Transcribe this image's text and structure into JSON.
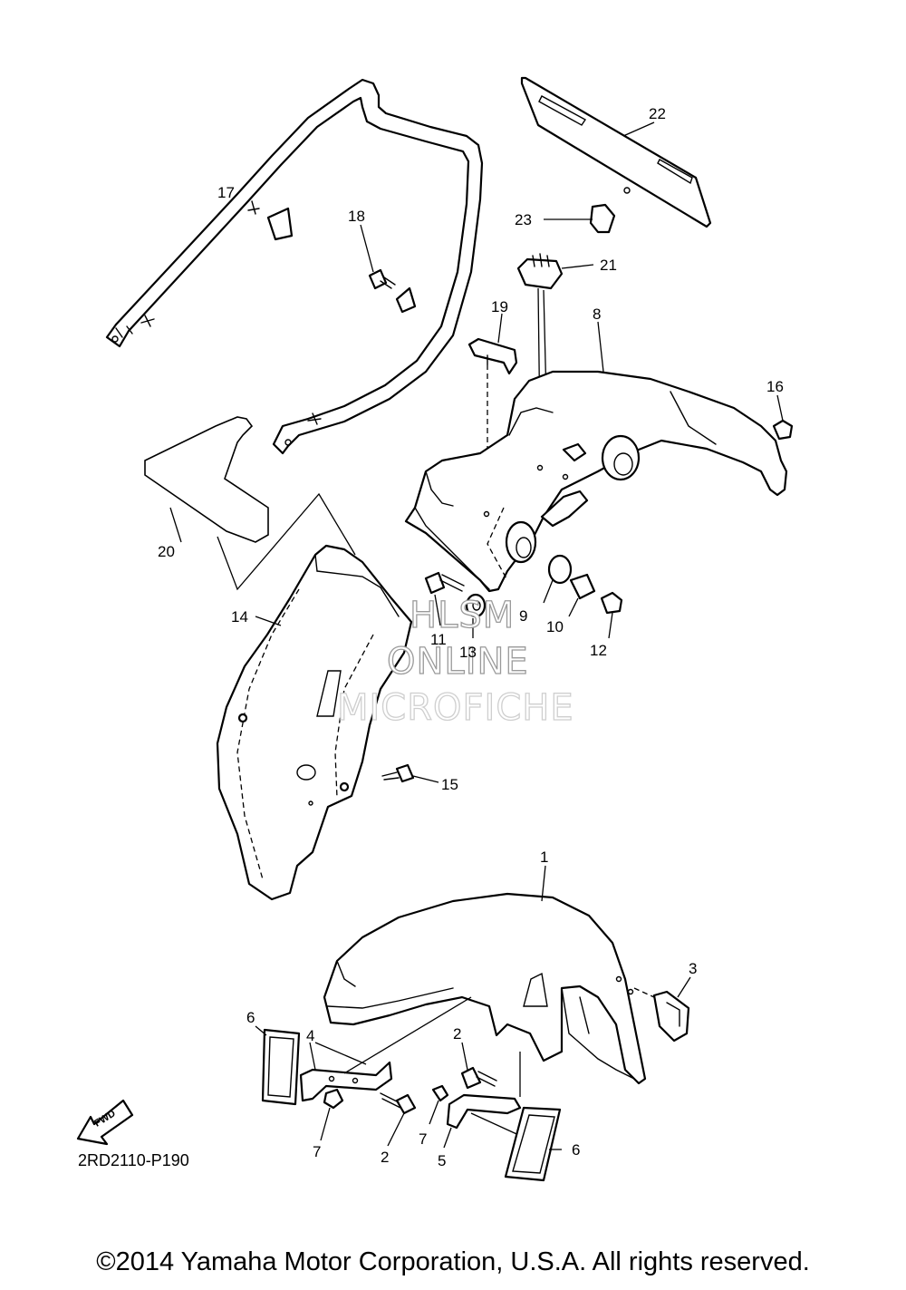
{
  "diagram_code": "2RD2110-P190",
  "fwd_label": "FWD",
  "copyright": "©2014 Yamaha Motor Corporation, U.S.A. All rights reserved.",
  "watermark": {
    "line1": "HLSM",
    "line2": "ONLINE",
    "line3": "MICROFICHE"
  },
  "callouts": {
    "p1": "1",
    "p2a": "2",
    "p2b": "2",
    "p3": "3",
    "p4": "4",
    "p5": "5",
    "p6a": "6",
    "p6b": "6",
    "p7a": "7",
    "p7b": "7",
    "p8": "8",
    "p9": "9",
    "p10": "10",
    "p11": "11",
    "p12": "12",
    "p13": "13",
    "p14": "14",
    "p15": "15",
    "p16": "16",
    "p17": "17",
    "p18": "18",
    "p19": "19",
    "p20": "20",
    "p21": "21",
    "p22": "22",
    "p23": "23"
  }
}
